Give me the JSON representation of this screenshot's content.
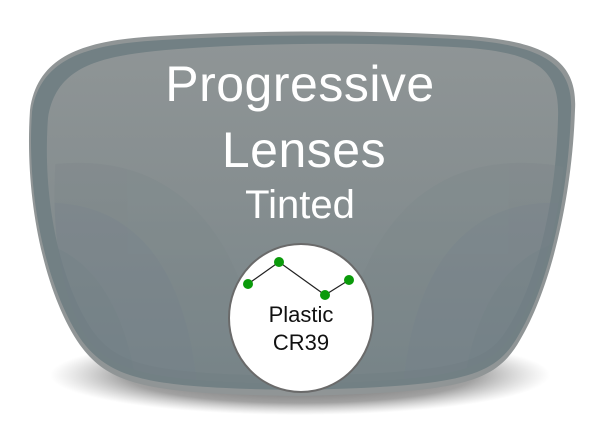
{
  "product": {
    "title_line1": "Progressive",
    "title_line2": "Lenses",
    "subtitle": "Tinted"
  },
  "badge": {
    "material_line1": "Plastic",
    "material_line2": "CR39",
    "icon": "line-graph-icon",
    "dot_color": "#0a9a0a"
  },
  "colors": {
    "lens_fill": "#7f8b8e",
    "lens_rim": "#6f7e81",
    "text": "#ffffff",
    "badge_bg": "#ffffff",
    "badge_border": "#6a6a6a"
  }
}
